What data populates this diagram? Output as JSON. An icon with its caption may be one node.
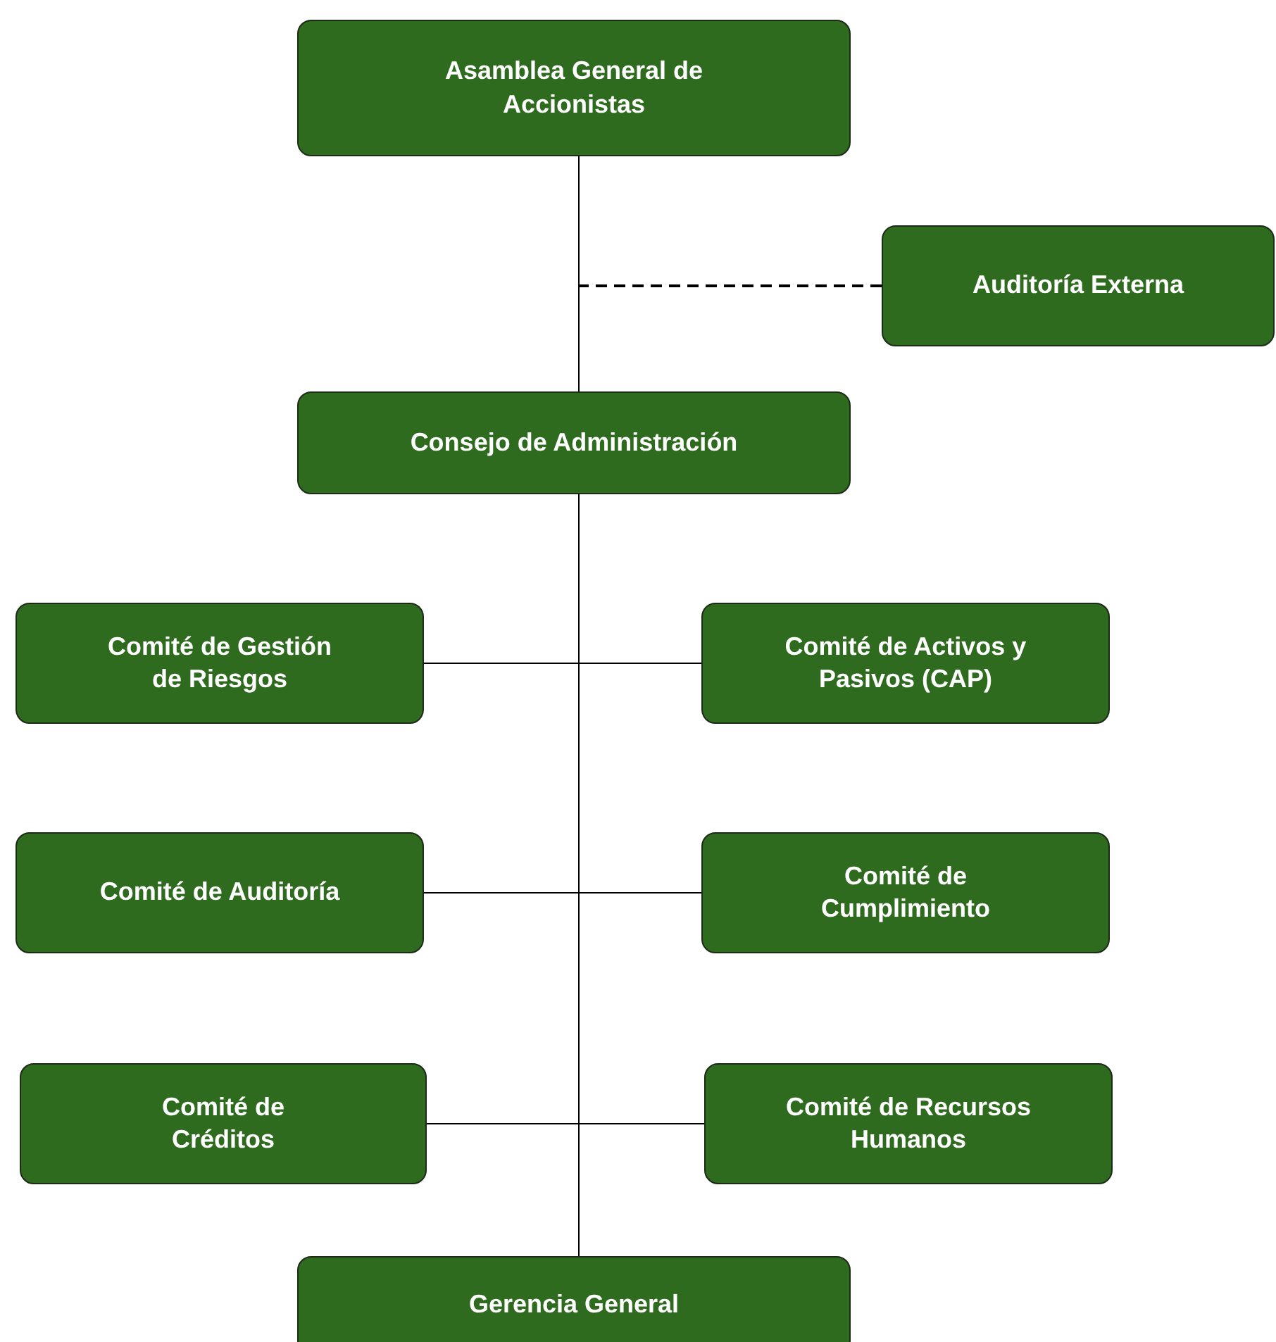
{
  "diagram": {
    "nodes": [
      {
        "text": [
          "Asamblea General de Accionistas"
        ]
      },
      {
        "text": [
          "Auditoría Externa"
        ]
      },
      {
        "text": [
          "Consejo de Administración"
        ]
      },
      {
        "text": [
          "Comité de Gestión de Riesgos"
        ]
      },
      {
        "text": [
          "Comité de Activos y Pasivos (CAP)"
        ]
      },
      {
        "text": [
          "Comité de Auditoría"
        ]
      },
      {
        "text": [
          "Comité de Cumplimiento"
        ]
      },
      {
        "text": [
          "Comité de Créditos"
        ]
      },
      {
        "text": [
          "Comité de Recursos Humanos"
        ]
      },
      {
        "text": [
          "Gerencia General"
        ]
      }
    ],
    "edges": [
      {
        "from": 0,
        "to": 2,
        "arrow": "none"
      },
      {
        "from": 1,
        "to": null,
        "arrow": "none",
        "style": "dashed"
      },
      {
        "from": 2,
        "to": 3,
        "arrow": "none"
      },
      {
        "from": 2,
        "to": 4,
        "arrow": "none"
      },
      {
        "from": 2,
        "to": 5,
        "arrow": "none"
      },
      {
        "from": 2,
        "to": 6,
        "arrow": "none"
      },
      {
        "from": 2,
        "to": 7,
        "arrow": "none"
      },
      {
        "from": 2,
        "to": 8,
        "arrow": "none"
      },
      {
        "from": 2,
        "to": 9,
        "arrow": "none"
      }
    ]
  }
}
